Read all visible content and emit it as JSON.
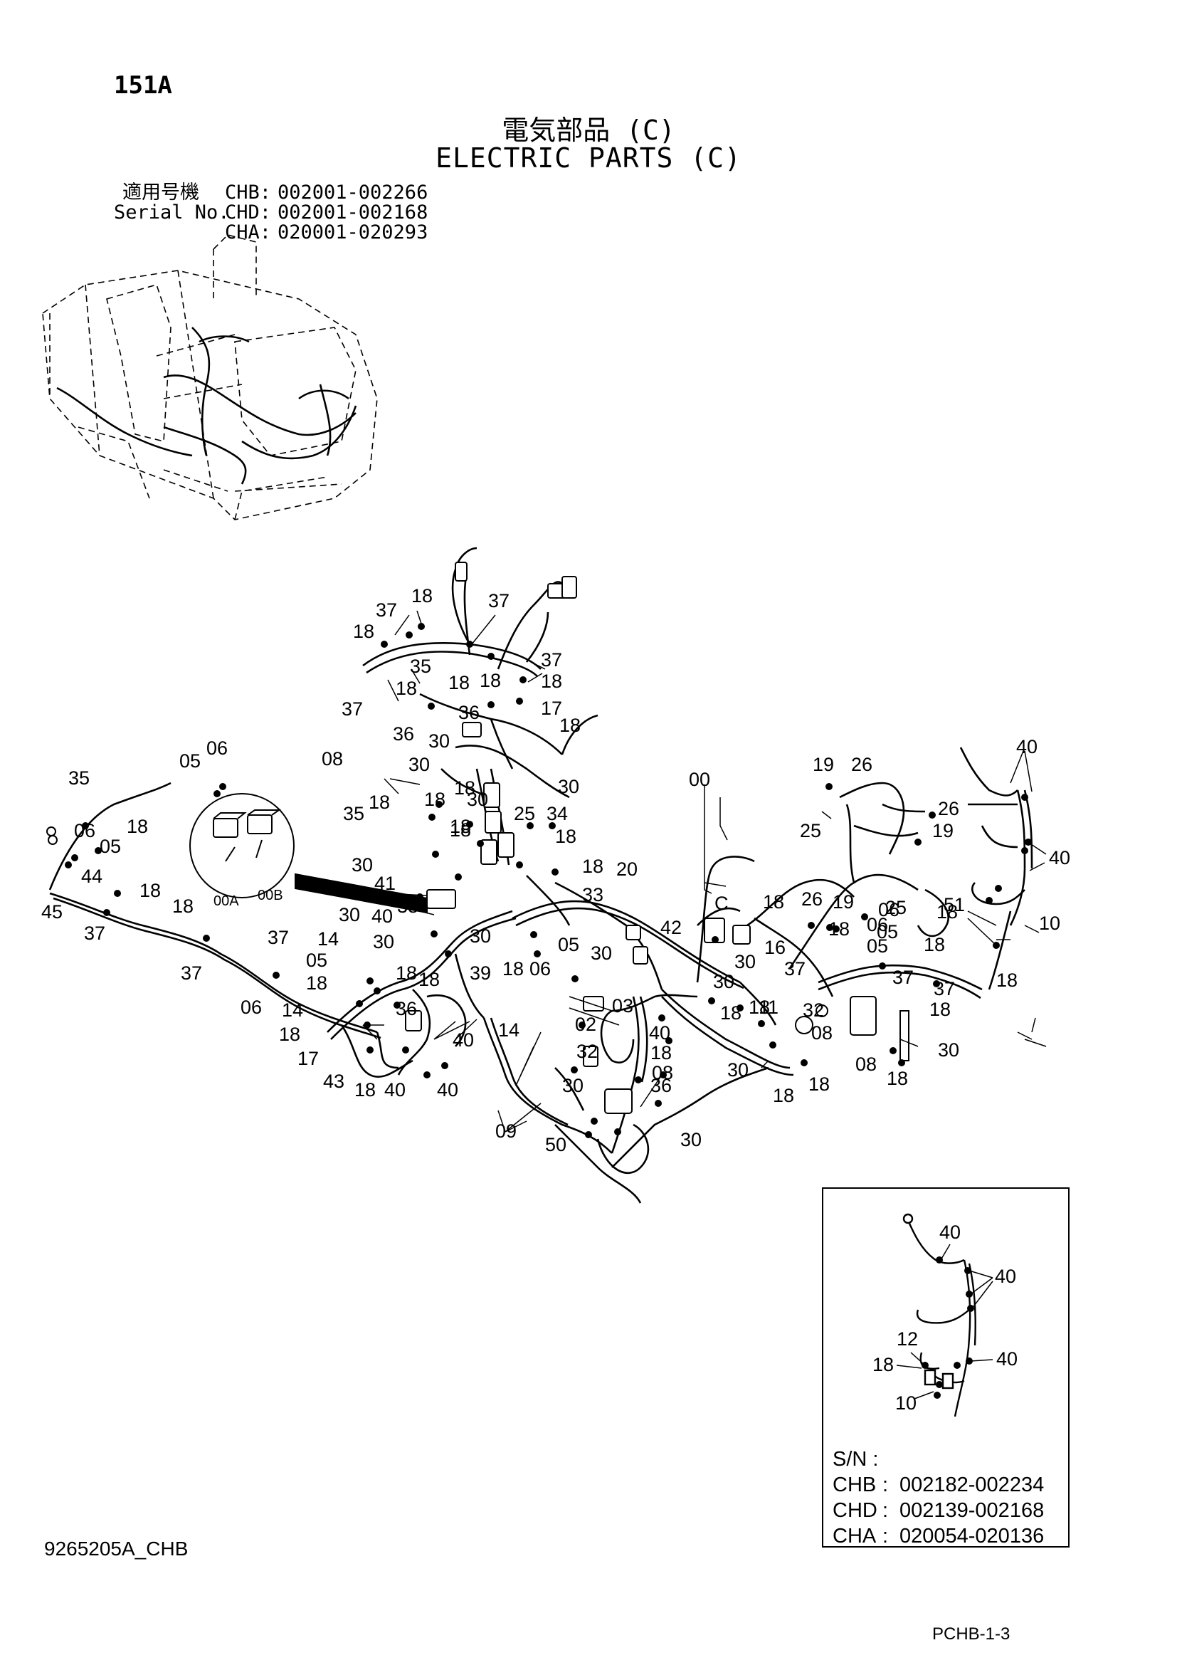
{
  "header": {
    "section_code": "151A",
    "title_ja": "電気部品 (C)",
    "title_en": "ELECTRIC PARTS (C)"
  },
  "serial_block": {
    "label_ja": "適用号機",
    "label_en": "Serial No.",
    "ranges": [
      {
        "model": "CHB:",
        "range": "002001-002266"
      },
      {
        "model": "CHD:",
        "range": "002001-002168"
      },
      {
        "model": "CHA:",
        "range": "020001-020293"
      }
    ]
  },
  "main_diagram": {
    "callouts": [
      "37",
      "18",
      "37",
      "18",
      "35",
      "18",
      "18",
      "37",
      "17",
      "37",
      "18",
      "18",
      "36",
      "18",
      "36",
      "30",
      "18",
      "08",
      "30",
      "30",
      "00",
      "19",
      "26",
      "40",
      "35",
      "18",
      "06",
      "05",
      "05",
      "06",
      "18",
      "18",
      "30",
      "35",
      "18",
      "18",
      "25",
      "34",
      "18",
      "25",
      "26",
      "19",
      "40",
      "06",
      "05",
      "44",
      "18",
      "45",
      "37",
      "18",
      "00A",
      "00B",
      "30",
      "41",
      "38",
      "18",
      "33",
      "20",
      "C",
      "18",
      "26",
      "19",
      "25",
      "51",
      "18",
      "10",
      "40",
      "30",
      "30",
      "39",
      "18",
      "06",
      "05",
      "30",
      "42",
      "30",
      "16",
      "30",
      "18",
      "06",
      "05",
      "37",
      "18",
      "37",
      "37",
      "18",
      "18",
      "30",
      "14",
      "18",
      "18",
      "37",
      "37",
      "06",
      "05",
      "18",
      "14",
      "18",
      "36",
      "17",
      "43",
      "18",
      "40",
      "40",
      "14",
      "40",
      "03",
      "02",
      "32",
      "40",
      "18",
      "08",
      "18",
      "18",
      "11",
      "32",
      "08",
      "30",
      "30",
      "18",
      "18",
      "08",
      "18",
      "30",
      "36",
      "09",
      "50",
      "30"
    ]
  },
  "inset": {
    "callouts": [
      "40",
      "40",
      "12",
      "40",
      "18",
      "10"
    ],
    "sn_label": "S/N :",
    "ranges": [
      {
        "model": "CHB",
        "sep": ":",
        "range": "002182-002234"
      },
      {
        "model": "CHD",
        "sep": ":",
        "range": "002139-002168"
      },
      {
        "model": "CHA",
        "sep": ":",
        "range": "020054-020136"
      }
    ]
  },
  "footer": {
    "doc_code": "9265205A_CHB",
    "page_code": "PCHB-1-3"
  }
}
